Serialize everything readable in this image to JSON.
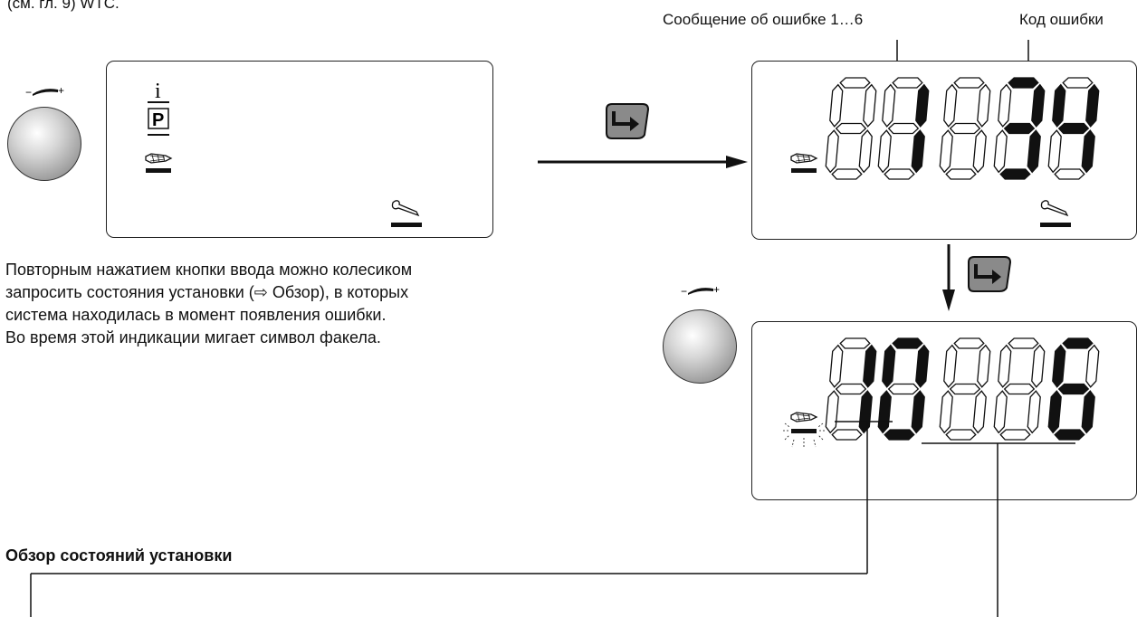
{
  "top_cut_text": "(см. гл. 9) WTC.",
  "labels": {
    "error_message": "Сообщение об ошибке 1…6",
    "error_code": "Код ошибки"
  },
  "paragraph": [
    "Повторным нажатием кнопки ввода можно колесиком",
    "запросить состояния установки (⇨ Обзор), в которых",
    "система находилась в момент появления ошибки.",
    "Во время этой индикации мигает символ факела."
  ],
  "heading": "Обзор состояний установки",
  "display1_left": "i",
  "display1_p": "P",
  "display2_digits": [
    "8",
    "1",
    "8",
    "3",
    "4"
  ],
  "display3_digits": [
    "1",
    "0",
    "8",
    "8",
    "6"
  ],
  "knob_minus": "−",
  "knob_plus": "+",
  "colors": {
    "segment_on": "#111111",
    "segment_off": "#ffffff",
    "frame": "#222222",
    "enter_key": "#7a7a7a"
  },
  "icons": [
    "knob",
    "info-icon",
    "program-icon",
    "torch-icon",
    "wrench-icon",
    "enter-key-icon"
  ]
}
